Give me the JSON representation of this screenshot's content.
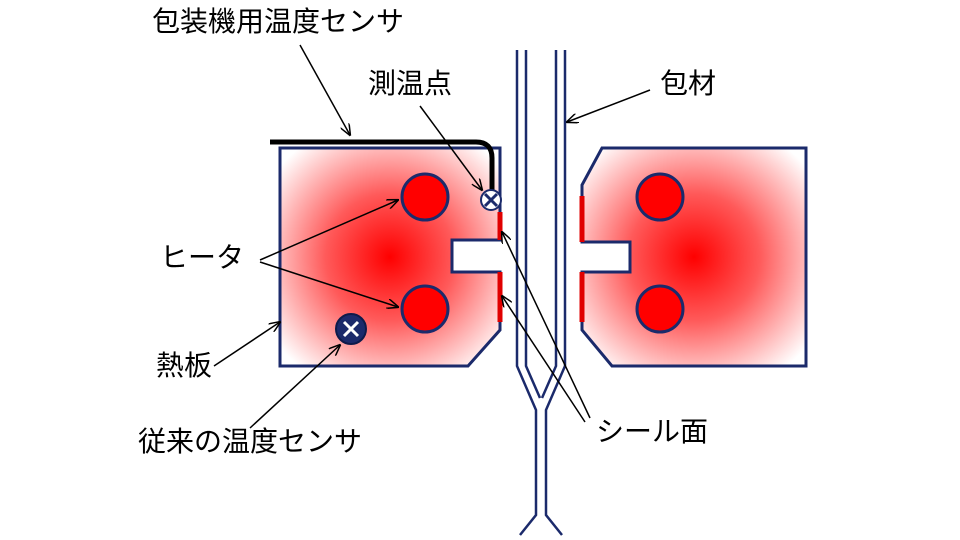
{
  "labels": {
    "packaging_sensor": "包装機用温度センサ",
    "measurement_point": "測温点",
    "film": "包材",
    "heater": "ヒータ",
    "hot_plate": "熱板",
    "conventional_sensor": "従来の温度センサ",
    "seal_surface": "シール面"
  },
  "colors": {
    "plate_outline": "#1b2a6b",
    "heat_core": "#ff0000",
    "heater_fill": "#ff0000",
    "film_line": "#1b2a6b",
    "sensor_cable": "#000000",
    "seal_face": "#e00000",
    "arrow": "#000000"
  },
  "icons": {
    "measurement_marker": "x-mark-icon",
    "conventional_marker": "x-circle-icon"
  }
}
